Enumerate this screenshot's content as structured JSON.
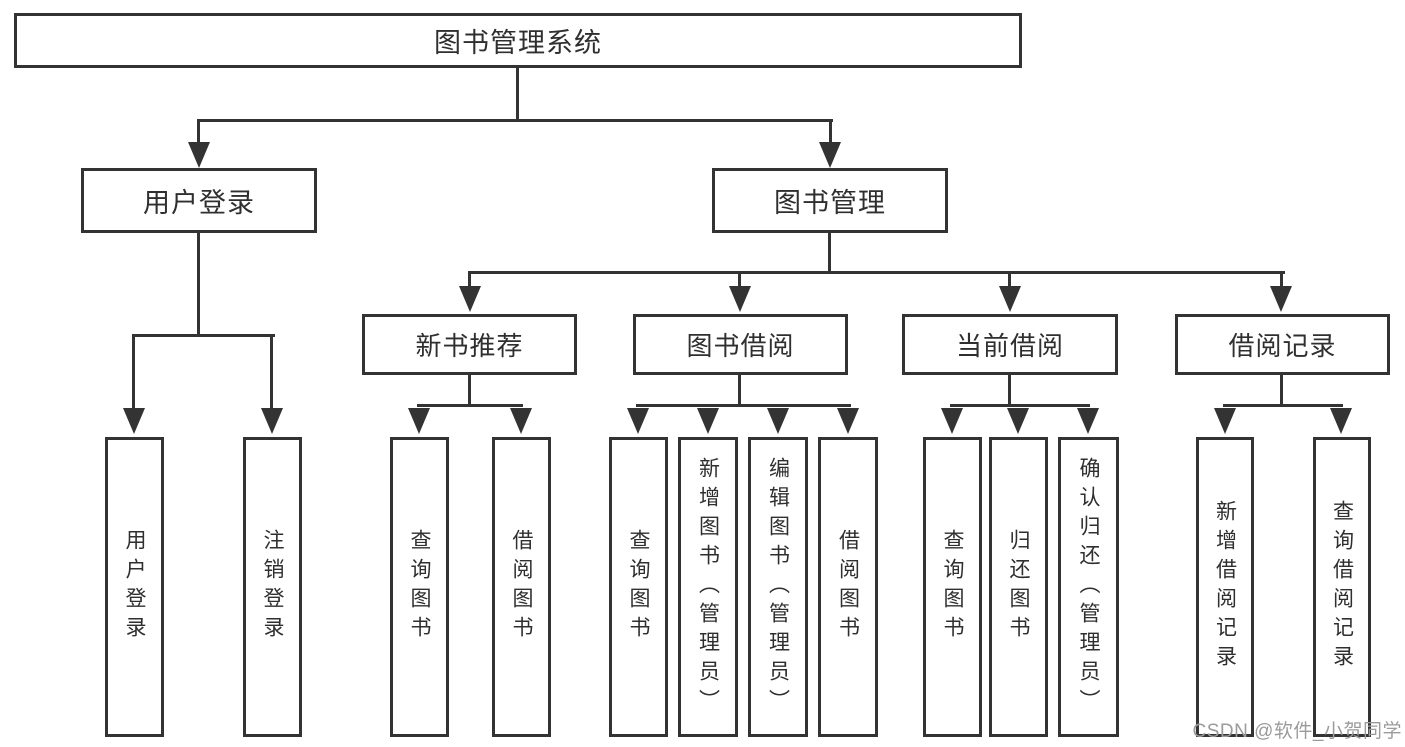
{
  "diagram_title": "图书管理系统",
  "tree": {
    "label": "图书管理系统",
    "children": [
      {
        "label": "用户登录",
        "children": [
          {
            "label": "用户登录"
          },
          {
            "label": "注销登录"
          }
        ]
      },
      {
        "label": "图书管理",
        "children": [
          {
            "label": "新书推荐",
            "children": [
              {
                "label": "查询图书"
              },
              {
                "label": "借阅图书"
              }
            ]
          },
          {
            "label": "图书借阅",
            "children": [
              {
                "label": "查询图书"
              },
              {
                "label": "新增图书（管理员）"
              },
              {
                "label": "编辑图书（管理员）"
              },
              {
                "label": "借阅图书"
              }
            ]
          },
          {
            "label": "当前借阅",
            "children": [
              {
                "label": "查询图书"
              },
              {
                "label": "归还图书"
              },
              {
                "label": "确认归还（管理员）"
              }
            ]
          },
          {
            "label": "借阅记录",
            "children": [
              {
                "label": "新增借阅记录"
              },
              {
                "label": "查询借阅记录"
              }
            ]
          }
        ]
      }
    ]
  },
  "watermark": {
    "text": "CSDN @软件_小贺同学",
    "color": "#9b9b9b"
  },
  "colors": {
    "background": "#ffffff",
    "box_border": "#333333",
    "connector_line": "#333333",
    "text": "#2f2f2f"
  }
}
